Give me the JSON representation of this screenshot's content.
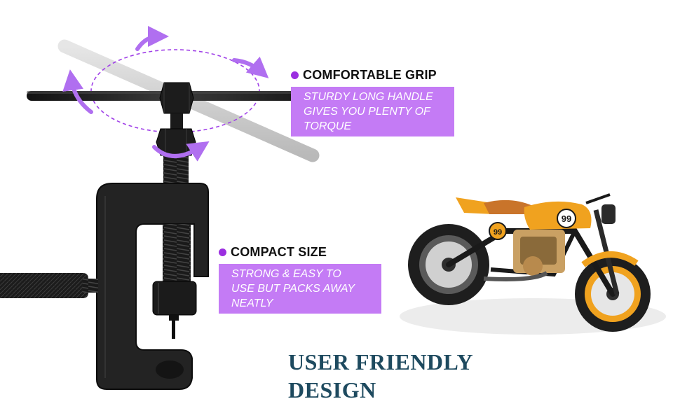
{
  "colors": {
    "accent": "#9b2fe0",
    "box_fill": "#c47bf5",
    "headline": "#1e4a5f",
    "tool": "#1f1f1f",
    "handle_ghost": "#cfcfcf",
    "bike_orange": "#f0a21f"
  },
  "features": {
    "grip": {
      "title": "COMFORTABLE GRIP",
      "line1": "STURDY LONG HANDLE",
      "line2": "GIVES YOU PLENTY OF",
      "line3": "TORQUE"
    },
    "compact": {
      "title": "COMPACT SIZE",
      "line1": "STRONG & EASY TO",
      "line2": "USE BUT PACKS AWAY",
      "line3": "NEATLY"
    }
  },
  "headline": {
    "line1": "USER FRIENDLY",
    "line2": "DESIGN"
  },
  "motorcycle": {
    "tank_number": "99",
    "side_number": "99"
  },
  "icons": {
    "rotation_arrows": "curved-arrow-icon",
    "bullet": "dot-icon"
  }
}
